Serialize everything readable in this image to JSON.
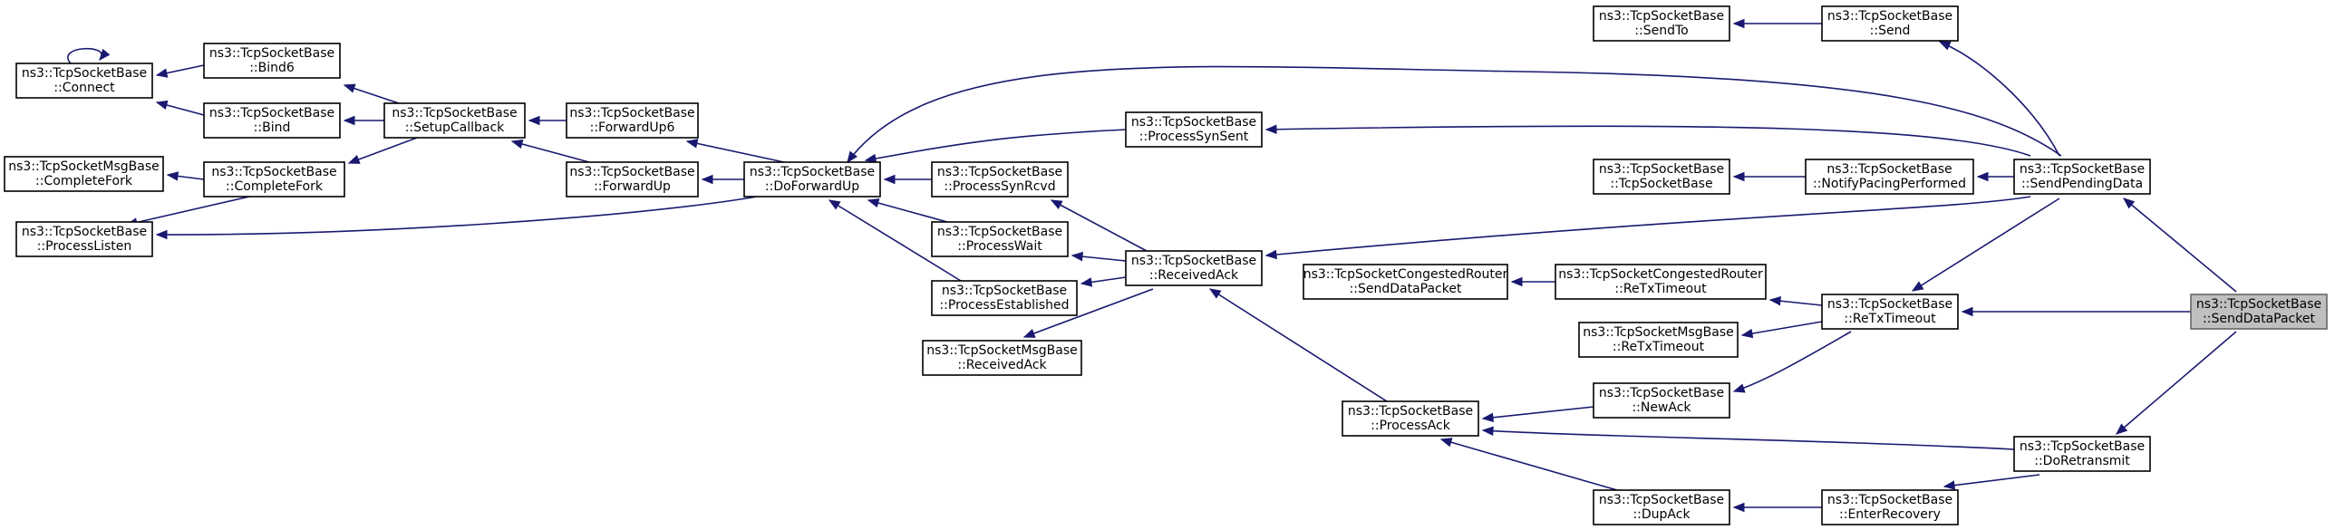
{
  "graph": {
    "title": "",
    "colors": {
      "edge": "#191970",
      "node_border": "#000000",
      "node_fill": "#ffffff",
      "highlight_fill": "#bfbfbf"
    },
    "nodes": [
      {
        "id": "connect",
        "l1": "ns3::TcpSocketBase",
        "l2": "::Connect"
      },
      {
        "id": "bind6",
        "l1": "ns3::TcpSocketBase",
        "l2": "::Bind6"
      },
      {
        "id": "bind",
        "l1": "ns3::TcpSocketBase",
        "l2": "::Bind"
      },
      {
        "id": "msg_completefork",
        "l1": "ns3::TcpSocketMsgBase",
        "l2": "::CompleteFork"
      },
      {
        "id": "completefork",
        "l1": "ns3::TcpSocketBase",
        "l2": "::CompleteFork"
      },
      {
        "id": "processlisten",
        "l1": "ns3::TcpSocketBase",
        "l2": "::ProcessListen"
      },
      {
        "id": "setupcallback",
        "l1": "ns3::TcpSocketBase",
        "l2": "::SetupCallback"
      },
      {
        "id": "forwardup6",
        "l1": "ns3::TcpSocketBase",
        "l2": "::ForwardUp6"
      },
      {
        "id": "forwardup",
        "l1": "ns3::TcpSocketBase",
        "l2": "::ForwardUp"
      },
      {
        "id": "doforwardup",
        "l1": "ns3::TcpSocketBase",
        "l2": "::DoForwardUp"
      },
      {
        "id": "processsynsent",
        "l1": "ns3::TcpSocketBase",
        "l2": "::ProcessSynSent"
      },
      {
        "id": "processsynrcvd",
        "l1": "ns3::TcpSocketBase",
        "l2": "::ProcessSynRcvd"
      },
      {
        "id": "processwait",
        "l1": "ns3::TcpSocketBase",
        "l2": "::ProcessWait"
      },
      {
        "id": "processestablished",
        "l1": "ns3::TcpSocketBase",
        "l2": "::ProcessEstablished"
      },
      {
        "id": "msg_receivedack",
        "l1": "ns3::TcpSocketMsgBase",
        "l2": "::ReceivedAck"
      },
      {
        "id": "receivedack",
        "l1": "ns3::TcpSocketBase",
        "l2": "::ReceivedAck"
      },
      {
        "id": "processack",
        "l1": "ns3::TcpSocketBase",
        "l2": "::ProcessAck"
      },
      {
        "id": "cr_senddatapacket",
        "l1": "ns3::TcpSocketCongestedRouter",
        "l2": "::SendDataPacket"
      },
      {
        "id": "sendto",
        "l1": "ns3::TcpSocketBase",
        "l2": "::SendTo"
      },
      {
        "id": "tcpsocketbase",
        "l1": "ns3::TcpSocketBase",
        "l2": "::TcpSocketBase"
      },
      {
        "id": "cr_retxtimeout",
        "l1": "ns3::TcpSocketCongestedRouter",
        "l2": "::ReTxTimeout"
      },
      {
        "id": "msg_retxtimeout",
        "l1": "ns3::TcpSocketMsgBase",
        "l2": "::ReTxTimeout"
      },
      {
        "id": "newack",
        "l1": "ns3::TcpSocketBase",
        "l2": "::NewAck"
      },
      {
        "id": "dupack",
        "l1": "ns3::TcpSocketBase",
        "l2": "::DupAck"
      },
      {
        "id": "send",
        "l1": "ns3::TcpSocketBase",
        "l2": "::Send"
      },
      {
        "id": "notifypacing",
        "l1": "ns3::TcpSocketBase",
        "l2": "::NotifyPacingPerformed"
      },
      {
        "id": "retxtimeout",
        "l1": "ns3::TcpSocketBase",
        "l2": "::ReTxTimeout"
      },
      {
        "id": "enterrecovery",
        "l1": "ns3::TcpSocketBase",
        "l2": "::EnterRecovery"
      },
      {
        "id": "sendpendingdata",
        "l1": "ns3::TcpSocketBase",
        "l2": "::SendPendingData"
      },
      {
        "id": "doretransmit",
        "l1": "ns3::TcpSocketBase",
        "l2": "::DoRetransmit"
      },
      {
        "id": "senddatapacket",
        "l1": "ns3::TcpSocketBase",
        "l2": "::SendDataPacket",
        "highlight": true
      }
    ],
    "edges": [
      {
        "from": "senddatapacket",
        "to": "sendpendingdata"
      },
      {
        "from": "senddatapacket",
        "to": "retxtimeout"
      },
      {
        "from": "senddatapacket",
        "to": "doretransmit"
      },
      {
        "from": "sendpendingdata",
        "to": "send"
      },
      {
        "from": "sendpendingdata",
        "to": "doforwardup"
      },
      {
        "from": "sendpendingdata",
        "to": "processsynsent"
      },
      {
        "from": "sendpendingdata",
        "to": "notifypacing"
      },
      {
        "from": "sendpendingdata",
        "to": "receivedack"
      },
      {
        "from": "sendpendingdata",
        "to": "retxtimeout"
      },
      {
        "from": "send",
        "to": "sendto"
      },
      {
        "from": "notifypacing",
        "to": "tcpsocketbase"
      },
      {
        "from": "retxtimeout",
        "to": "cr_retxtimeout"
      },
      {
        "from": "retxtimeout",
        "to": "msg_retxtimeout"
      },
      {
        "from": "retxtimeout",
        "to": "newack"
      },
      {
        "from": "cr_retxtimeout",
        "to": "cr_senddatapacket"
      },
      {
        "from": "doretransmit",
        "to": "processack"
      },
      {
        "from": "doretransmit",
        "to": "enterrecovery"
      },
      {
        "from": "enterrecovery",
        "to": "dupack"
      },
      {
        "from": "dupack",
        "to": "processack"
      },
      {
        "from": "newack",
        "to": "processack"
      },
      {
        "from": "processack",
        "to": "receivedack"
      },
      {
        "from": "receivedack",
        "to": "processsynrcvd"
      },
      {
        "from": "receivedack",
        "to": "processwait"
      },
      {
        "from": "receivedack",
        "to": "processestablished"
      },
      {
        "from": "receivedack",
        "to": "msg_receivedack"
      },
      {
        "from": "processsynrcvd",
        "to": "doforwardup"
      },
      {
        "from": "processwait",
        "to": "doforwardup"
      },
      {
        "from": "processestablished",
        "to": "doforwardup"
      },
      {
        "from": "processsynsent",
        "to": "doforwardup"
      },
      {
        "from": "doforwardup",
        "to": "forwardup6"
      },
      {
        "from": "doforwardup",
        "to": "forwardup"
      },
      {
        "from": "doforwardup",
        "to": "processlisten"
      },
      {
        "from": "forwardup6",
        "to": "setupcallback"
      },
      {
        "from": "forwardup",
        "to": "setupcallback"
      },
      {
        "from": "setupcallback",
        "to": "bind6"
      },
      {
        "from": "setupcallback",
        "to": "bind"
      },
      {
        "from": "setupcallback",
        "to": "completefork"
      },
      {
        "from": "bind6",
        "to": "connect"
      },
      {
        "from": "bind",
        "to": "connect"
      },
      {
        "from": "completefork",
        "to": "msg_completefork"
      },
      {
        "from": "completefork",
        "to": "processlisten"
      },
      {
        "from": "connect",
        "to": "connect"
      }
    ]
  }
}
